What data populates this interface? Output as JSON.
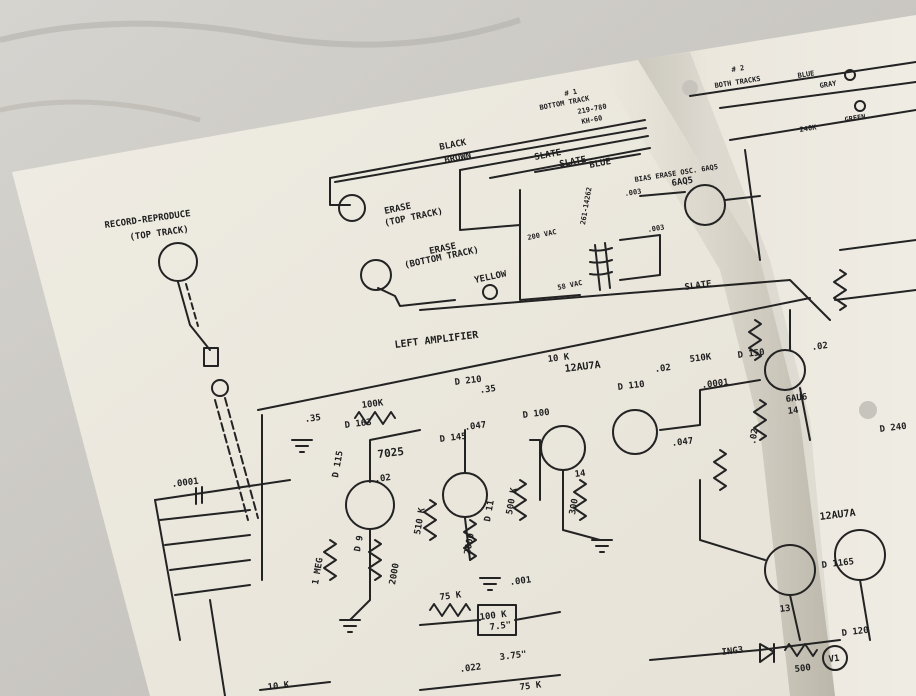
{
  "schematic": {
    "labels": {
      "record_reproduce": "RECORD-REPRODUCE",
      "top_track": "(TOP TRACK)",
      "erase": "ERASE",
      "erase_top_track": "(TOP TRACK)",
      "erase2": "ERASE",
      "erase_bottom_track": "(BOTTOM TRACK)",
      "left_amplifier": "LEFT AMPLIFIER",
      "black": "BLACK",
      "brown": "BROWN",
      "slate_1": "SLATE",
      "slate_2": "SLATE",
      "slate_3": "SLATE",
      "blue": "BLUE",
      "yellow": "YELLOW",
      "bias_erase_osc": "BIAS ERASE OSC. 6AQ5",
      "tube_6aq5": "6AQ5",
      "tube_12au7a_1": "12AU7A",
      "tube_12au7a_2": "12AU7A",
      "tube_7025": "7025",
      "tube_6au6": "6AU6",
      "bottom_track": "BOTTOM TRACK",
      "coil_1": "219-780",
      "coil_2": "KH-60",
      "hash_1": "# 1",
      "hash_2": "# 2",
      "both_tracks": "BOTH TRACKS",
      "green": "GREEN",
      "blue_2": "BLUE",
      "gray_1": "GRAY",
      "r_240k": "240K",
      "c_0001": ".0001",
      "c_35": ".35",
      "c_35b": ".35",
      "r_100k": "100K",
      "r_10k": "10 K",
      "r_10k_bottom": "10 K",
      "r_75k": "75 K",
      "r_75k_b": "75 K",
      "r_100k_b": "100 K",
      "r_510k": "510 K",
      "r_510k_b": "510K",
      "r_1meg": "1 MEG",
      "r_2000": "2000",
      "r_2000_b": "2000",
      "c_02": ".02",
      "c_02_b": ".02",
      "c_02_c": ".02",
      "c_02_d": ".02",
      "c_047": ".047",
      "c_047_b": ".047",
      "c_001": ".001",
      "c_003": ".003",
      "c_003_b": ".003",
      "c_022": ".022",
      "c_0001_b": ".0001",
      "speed_75": "7.5\"",
      "speed_375": "3.75\"",
      "ing3": "ING3",
      "r_500": "500",
      "v1": "V1",
      "vac_200": "200 VAC",
      "vac_58": "58 VAC",
      "coil_261": "261-14262",
      "r_500k": "500 K",
      "r_300": "300",
      "d_210": "D 210",
      "d_115": "D 115",
      "d_163": "D 163",
      "d_145": "D 145",
      "d_100": "D 100",
      "d_110": "D 110",
      "d_150": "D 150",
      "d_120": "D 120",
      "d_240": "D 240",
      "d_14": "14",
      "d_14_b": "14",
      "d_13": "13",
      "d_9": "D 9",
      "d_11": "D 11",
      "d_1165": "D 1165"
    }
  }
}
